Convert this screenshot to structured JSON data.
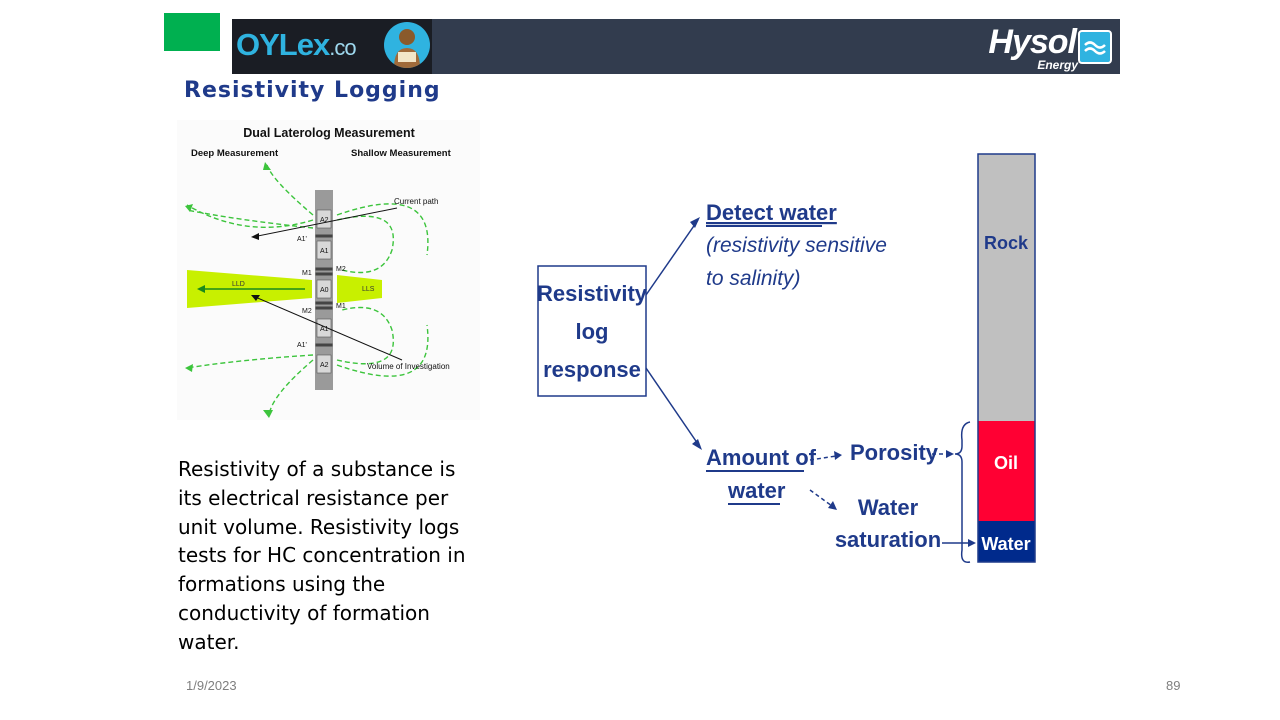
{
  "header": {
    "brand_left": "OYLex",
    "brand_left_suffix": ".co",
    "brand_right": "Hysol",
    "brand_right_sub": "Energy"
  },
  "slide": {
    "title": "Resistivity Logging",
    "body_text": "Resistivity of a substance is its electrical resistance per unit volume. Resistivity logs tests for HC concentration in formations using the conductivity of formation water."
  },
  "left_diagram": {
    "title": "Dual Laterolog Measurement",
    "deep_label": "Deep Measurement",
    "shallow_label": "Shallow Measurement",
    "current_path": "Current path",
    "volume_label": "Volume of Investigation",
    "lld": "LLD",
    "lls": "LLS",
    "electrodes": [
      "A2",
      "A1",
      "A0",
      "A1",
      "A2"
    ],
    "monitor_labels": [
      "M1",
      "M2",
      "M1",
      "M2"
    ],
    "a1_prime": [
      "A1'",
      "A1'"
    ]
  },
  "flow_diagram": {
    "center_lines": [
      "Resistivity",
      "log",
      "response"
    ],
    "detect_water": "Detect water",
    "detect_note_lines": [
      "(resistivity sensitive",
      "to salinity)"
    ],
    "amount_lines": [
      "Amount of",
      "water"
    ],
    "porosity": "Porosity",
    "saturation_lines": [
      "Water",
      "saturation"
    ],
    "column": {
      "rock_label": "Rock",
      "oil_label": "Oil",
      "water_label": "Water",
      "rock_color": "#c0c0c0",
      "oil_color": "#ff0033",
      "water_color": "#002a8c",
      "line_color": "#1f3a8a"
    }
  },
  "footer": {
    "date": "1/9/2023",
    "page": "89"
  }
}
